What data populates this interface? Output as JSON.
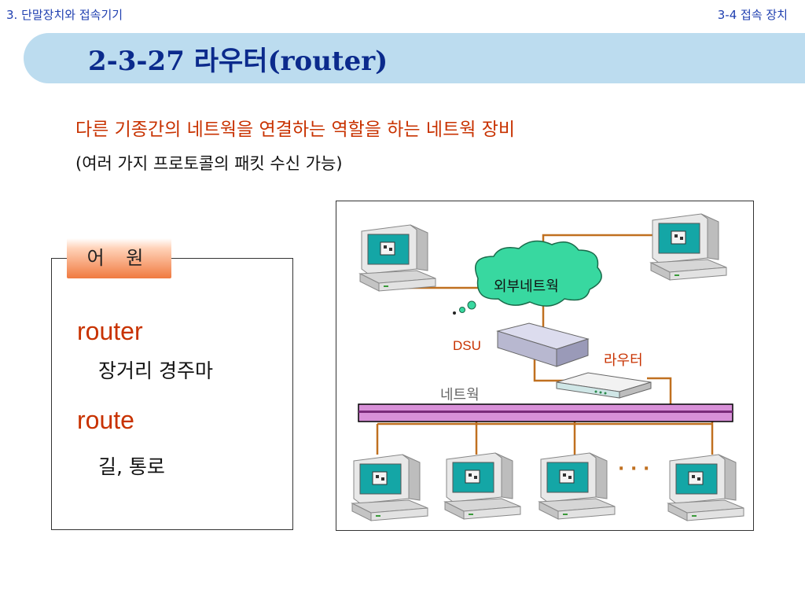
{
  "header": {
    "left": "3. 단말장치와 접속기기",
    "right": "3-4 접속 장치"
  },
  "title": "2-3-27   라우터(router)",
  "subtitle": {
    "line1": "다른 기종간의 네트웍을 연결하는 역할을 하는 네트웍 장비",
    "line2": "(여러 가지 프로토콜의 패킷 수신 가능)"
  },
  "etymology": {
    "tag": "어 원",
    "words": [
      {
        "word": "router",
        "meaning": "장거리 경주마"
      },
      {
        "word": "route",
        "meaning": "길, 통로"
      }
    ]
  },
  "diagram": {
    "cloud_label": "외부네트웍",
    "dsu_label": "DSU",
    "router_label": "라우터",
    "network_label": "네트웍",
    "ellipsis": "· · ·",
    "line_color": "#c07020",
    "bus_color": "#d890d8"
  }
}
